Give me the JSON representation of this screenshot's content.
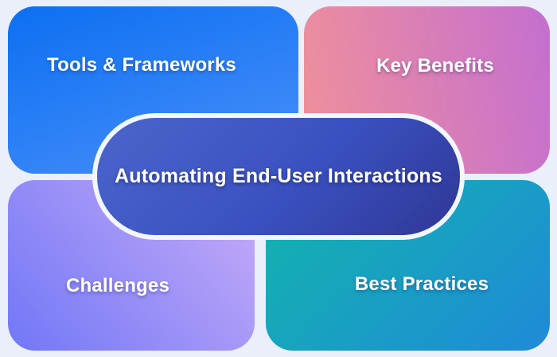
{
  "diagram": {
    "center": {
      "label": "Automating End-User Interactions"
    },
    "nodes": [
      {
        "id": "tools",
        "label": "Tools & Frameworks"
      },
      {
        "id": "benefits",
        "label": "Key Benefits"
      },
      {
        "id": "challenges",
        "label": "Challenges"
      },
      {
        "id": "practices",
        "label": "Best Practices"
      }
    ]
  },
  "colors": {
    "canvas-bg": "#eaeffa",
    "ring": "#f2f6fd",
    "text": "#ffffff",
    "blue-a": "#0c6ff2",
    "blue-b": "#4a90f9",
    "pink-a": "#f0909a",
    "pink-b": "#c46fd0",
    "purple-a": "#7177f7",
    "purple-b": "#c8acf7",
    "teal-a": "#12b5ac",
    "teal-b": "#1f8ad8",
    "pill-a": "#4b65cc",
    "pill-b": "#2f3795"
  }
}
